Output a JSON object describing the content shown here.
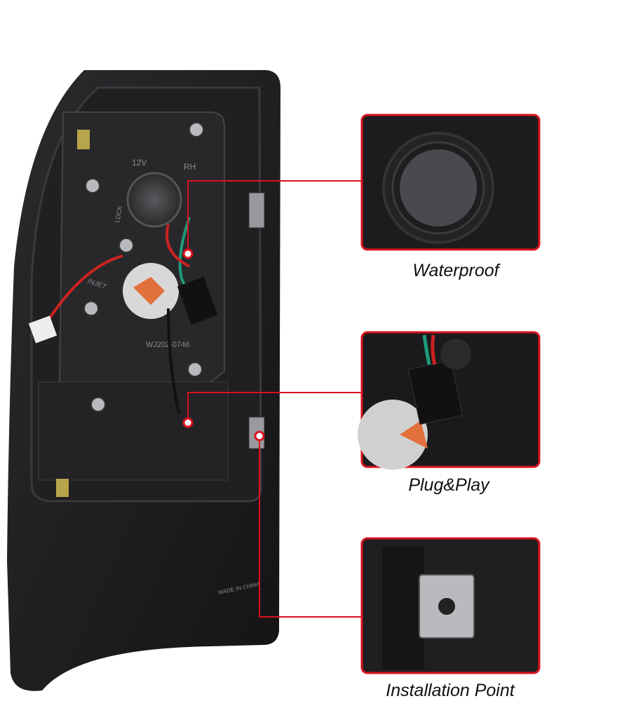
{
  "callouts": [
    {
      "label": "Waterproof"
    },
    {
      "label": "Plug&Play"
    },
    {
      "label": "Installation Point"
    }
  ],
  "product_markings": [
    "12V",
    "RH",
    "LOCK",
    "INJET",
    "WJ202-0746",
    "MADE IN CHINA"
  ],
  "colors": {
    "accent": "#d9121f",
    "body": "#1a1a1c",
    "background": "#ffffff"
  }
}
